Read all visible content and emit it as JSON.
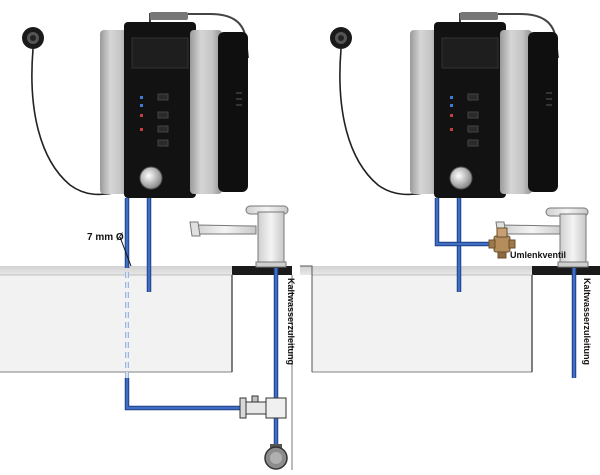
{
  "labels": {
    "diameter": "7 mm Ø",
    "cold_water_left": "Kaltwasserzuleitung",
    "cold_water_right": "Kaltwasserzuleitung",
    "diverter_valve": "Umlenkventil"
  },
  "colors": {
    "pipe_blue": "#3f6fc2",
    "pipe_outline": "#1f3f86",
    "counter_gray": "#d9d9d9",
    "counter_dark": "#1a1a1a",
    "device_black": "#111111",
    "device_silver": "#bdbdbd",
    "faucet_gray": "#e6e6e6",
    "valve_brass": "#b58c5c"
  },
  "icons": {
    "device": "water-ionizer-icon",
    "faucet": "kitchen-faucet-icon",
    "valve": "diverter-valve-icon",
    "filter": "inline-filter-icon",
    "sensor": "round-sensor-icon"
  }
}
